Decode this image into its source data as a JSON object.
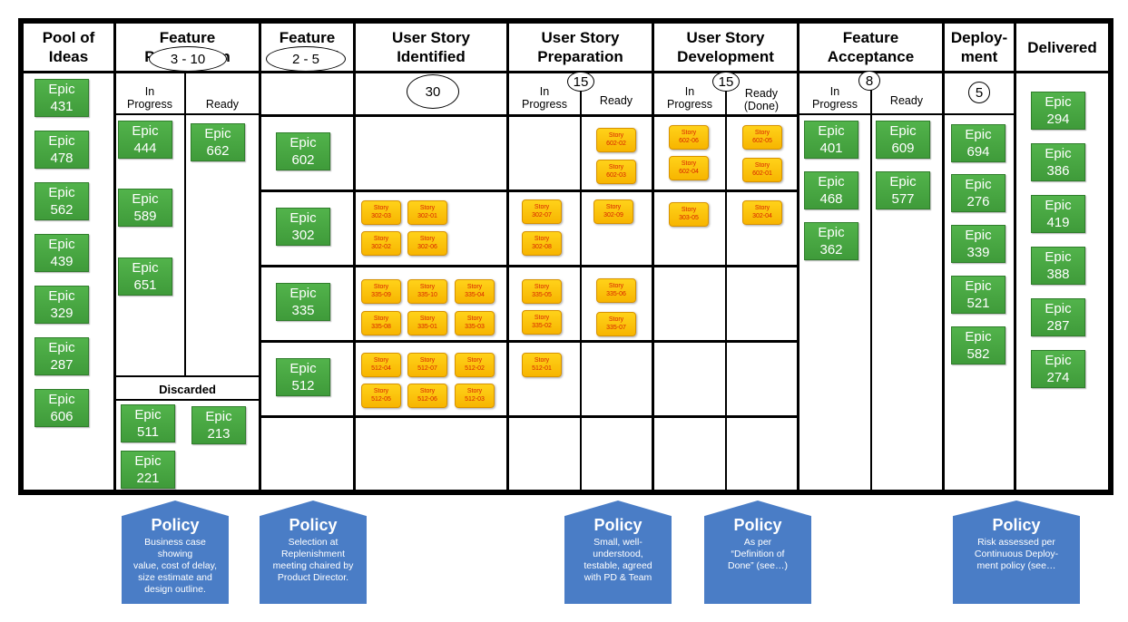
{
  "columns": [
    {
      "title": "Pool of\nIdeas"
    },
    {
      "title": "Feature\nPreparation"
    },
    {
      "title": "Feature\nSelected"
    },
    {
      "title": "User Story\nIdentified"
    },
    {
      "title": "User Story\nPreparation"
    },
    {
      "title": "User Story\nDevelopment"
    },
    {
      "title": "Feature\nAcceptance"
    },
    {
      "title": "Deploy-\nment"
    },
    {
      "title": "Delivered"
    }
  ],
  "subcolumns": {
    "in_progress": "In\nProgress",
    "ready": "Ready",
    "ready_done": "Ready\n(Done)"
  },
  "wip_limits": {
    "feature_preparation": "3 - 10",
    "feature_selected": "2 - 5",
    "user_story_identified": "30",
    "user_story_preparation": "15",
    "user_story_development": "15",
    "feature_acceptance": "8",
    "deployment": "5"
  },
  "discarded_label": "Discarded",
  "epics": {
    "pool": [
      "Epic\n431",
      "Epic\n478",
      "Epic\n562",
      "Epic\n439",
      "Epic\n329",
      "Epic\n287",
      "Epic\n606"
    ],
    "prep_in_progress": [
      "Epic\n444",
      "Epic\n589",
      "Epic\n651"
    ],
    "prep_ready": [
      "Epic\n662"
    ],
    "discarded": [
      "Epic\n511",
      "Epic\n213",
      "Epic\n221"
    ],
    "selected": [
      "Epic\n602",
      "Epic\n302",
      "Epic\n335",
      "Epic\n512"
    ],
    "acceptance_in_progress": [
      "Epic\n401",
      "Epic\n468",
      "Epic\n362"
    ],
    "acceptance_ready": [
      "Epic\n609",
      "Epic\n577"
    ],
    "deployment": [
      "Epic\n694",
      "Epic\n276",
      "Epic\n339",
      "Epic\n521",
      "Epic\n582"
    ],
    "delivered": [
      "Epic\n294",
      "Epic\n386",
      "Epic\n419",
      "Epic\n388",
      "Epic\n287",
      "Epic\n274"
    ]
  },
  "stories": {
    "identified": [
      [
        "Story\n302-03",
        "Story\n302-01",
        "Story\n302-02",
        "Story\n302-06"
      ],
      [
        "Story\n335-09",
        "Story\n335-10",
        "Story\n335-04",
        "Story\n335-08",
        "Story\n335-01",
        "Story\n335-03"
      ],
      [
        "Story\n512-04",
        "Story\n512-07",
        "Story\n512-02",
        "Story\n512-05",
        "Story\n512-06",
        "Story\n512-03"
      ]
    ],
    "prep_in_progress": [
      [
        "Story\n302-07",
        "Story\n302-08"
      ],
      [
        "Story\n335-05",
        "Story\n335-02"
      ],
      [
        "Story\n512-01"
      ]
    ],
    "prep_ready": [
      [
        "Story\n602-02",
        "Story\n602-03"
      ],
      [
        "Story\n302-09"
      ],
      [
        "Story\n335-06",
        "Story\n335-07"
      ]
    ],
    "dev_in_progress": [
      [
        "Story\n602-06",
        "Story\n602-04"
      ],
      [
        "Story\n303-05"
      ]
    ],
    "dev_ready": [
      [
        "Story\n602-05",
        "Story\n602-01"
      ],
      [
        "Story\n302-04"
      ]
    ]
  },
  "policies": [
    {
      "title": "Policy",
      "text": "Business case showing\nvalue, cost of delay,\nsize estimate and\ndesign outline."
    },
    {
      "title": "Policy",
      "text": "Selection at\nReplenishment\nmeeting chaired by\nProduct Director."
    },
    {
      "title": "Policy",
      "text": "Small, well-\nunderstood,\ntestable, agreed\nwith PD & Team"
    },
    {
      "title": "Policy",
      "text": "As per\n“Definition of\nDone” (see…)"
    },
    {
      "title": "Policy",
      "text": "Risk assessed per\nContinuous Deploy-\nment policy (see…"
    }
  ],
  "colors": {
    "epic": "#47a843",
    "story": "#fbbf0d",
    "story_text": "#d82100",
    "policy": "#4a7dc6"
  }
}
